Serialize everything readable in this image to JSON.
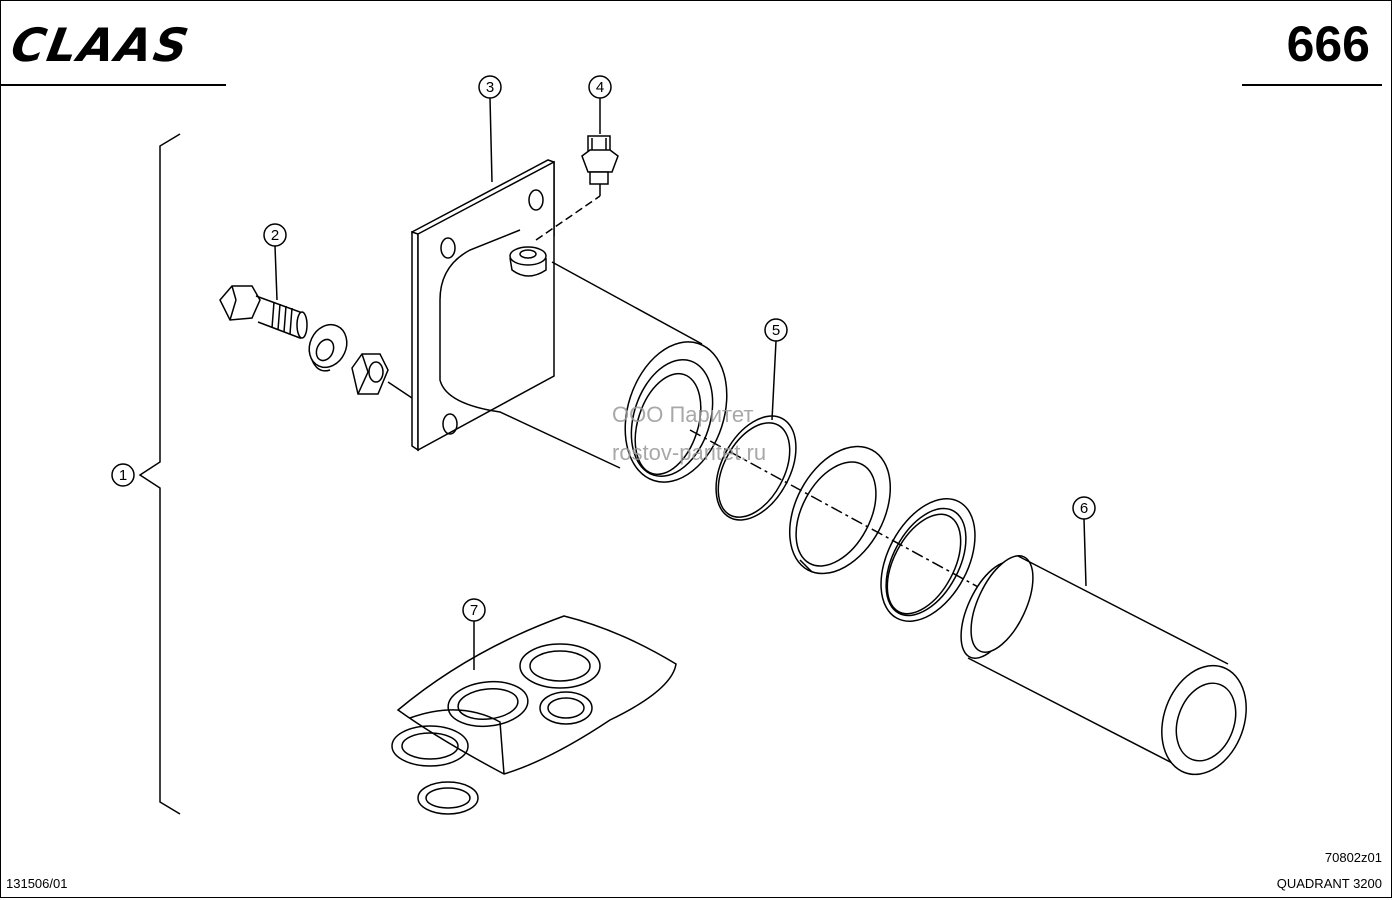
{
  "header": {
    "brand": "CLAAS",
    "page_number": "666"
  },
  "callouts": [
    "1",
    "2",
    "3",
    "4",
    "5",
    "6",
    "7"
  ],
  "watermark": {
    "line1": "ООО Паритет",
    "line2": "rostov-paritet.ru"
  },
  "footer": {
    "doc_id": "131506/01",
    "drawing_no": "70802z01",
    "model": "QUADRANT 3200"
  }
}
